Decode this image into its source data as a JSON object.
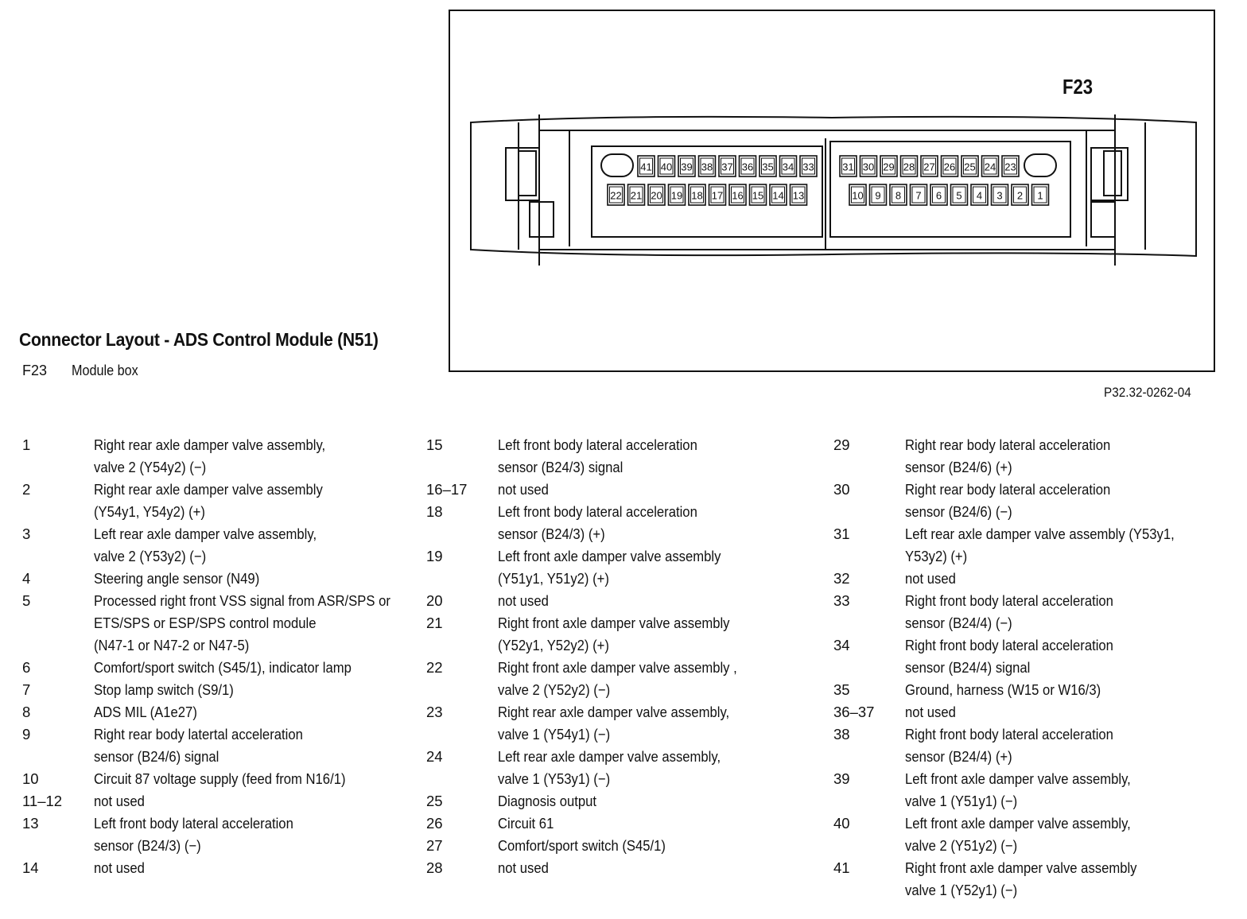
{
  "header": {
    "title": "Connector Layout - ADS Control Module (N51)",
    "legend_code": "F23",
    "legend_text": "Module box"
  },
  "diagram": {
    "label": "F23",
    "reference": "P32.32-0262-04",
    "top_row_left": [
      "41",
      "40",
      "39",
      "38",
      "37",
      "36",
      "35",
      "34",
      "33"
    ],
    "bottom_row_left": [
      "22",
      "21",
      "20",
      "19",
      "18",
      "17",
      "16",
      "15",
      "14",
      "13"
    ],
    "top_row_right": [
      "31",
      "30",
      "29",
      "28",
      "27",
      "26",
      "25",
      "24",
      "23"
    ],
    "bottom_row_right": [
      "10",
      "9",
      "8",
      "7",
      "6",
      "5",
      "4",
      "3",
      "2",
      "1"
    ]
  },
  "pins": {
    "col1": [
      {
        "num": "1",
        "lines": [
          "Right rear axle damper valve assembly,",
          "valve 2 (Y54y2)  (−)"
        ]
      },
      {
        "num": "2",
        "lines": [
          "Right rear axle damper valve assembly",
          "(Y54y1, Y54y2)  (+)"
        ]
      },
      {
        "num": "3",
        "lines": [
          "Left rear axle damper valve assembly,",
          "valve 2 (Y53y2)  (−)"
        ]
      },
      {
        "num": "4",
        "lines": [
          "Steering angle sensor (N49)"
        ]
      },
      {
        "num": "5",
        "lines": [
          "Processed right front VSS signal from ASR/SPS or",
          "ETS/SPS or ESP/SPS control module",
          "(N47-1 or N47-2 or N47-5)"
        ]
      },
      {
        "num": "6",
        "lines": [
          "Comfort/sport switch (S45/1), indicator lamp"
        ]
      },
      {
        "num": "7",
        "lines": [
          "Stop lamp switch (S9/1)"
        ]
      },
      {
        "num": "8",
        "lines": [
          "ADS MIL (A1e27)"
        ]
      },
      {
        "num": "9",
        "lines": [
          "Right rear body latertal acceleration",
          "sensor (B24/6) signal"
        ]
      },
      {
        "num": "10",
        "lines": [
          "Circuit 87 voltage supply (feed from N16/1)"
        ]
      },
      {
        "num": "11–12",
        "lines": [
          "not used"
        ]
      },
      {
        "num": "13",
        "lines": [
          "Left front body lateral acceleration",
          "sensor (B24/3)  (−)"
        ]
      },
      {
        "num": "14",
        "lines": [
          "not used"
        ]
      }
    ],
    "col2": [
      {
        "num": "15",
        "lines": [
          "Left front body lateral acceleration",
          "sensor (B24/3) signal"
        ]
      },
      {
        "num": "16–17",
        "lines": [
          "not used"
        ]
      },
      {
        "num": "18",
        "lines": [
          "Left front body lateral acceleration",
          "sensor (B24/3)  (+)"
        ]
      },
      {
        "num": "19",
        "lines": [
          "Left front axle damper valve assembly",
          "(Y51y1, Y51y2)  (+)"
        ]
      },
      {
        "num": "20",
        "lines": [
          "not used"
        ]
      },
      {
        "num": "21",
        "lines": [
          "Right front axle damper valve assembly",
          "(Y52y1, Y52y2)  (+)"
        ]
      },
      {
        "num": "22",
        "lines": [
          "Right front axle damper valve assembly ,",
          "valve 2 (Y52y2)  (−)"
        ]
      },
      {
        "num": "23",
        "lines": [
          "Right rear axle damper valve assembly,",
          "valve 1 (Y54y1)  (−)"
        ]
      },
      {
        "num": "24",
        "lines": [
          "Left rear axle damper valve assembly,",
          "valve 1 (Y53y1)  (−)"
        ]
      },
      {
        "num": "25",
        "lines": [
          "Diagnosis output"
        ]
      },
      {
        "num": "26",
        "lines": [
          "Circuit 61"
        ]
      },
      {
        "num": "27",
        "lines": [
          "Comfort/sport switch (S45/1)"
        ]
      },
      {
        "num": "28",
        "lines": [
          "not used"
        ]
      }
    ],
    "col3": [
      {
        "num": "29",
        "lines": [
          "Right rear body lateral acceleration",
          "sensor (B24/6)  (+)"
        ]
      },
      {
        "num": "30",
        "lines": [
          "Right rear body lateral acceleration",
          "sensor (B24/6)  (−)"
        ]
      },
      {
        "num": "31",
        "lines": [
          "Left rear axle damper valve assembly (Y53y1,",
          "Y53y2)  (+)"
        ]
      },
      {
        "num": "32",
        "lines": [
          "not used"
        ]
      },
      {
        "num": "33",
        "lines": [
          "Right front body lateral acceleration",
          "sensor (B24/4)  (−)"
        ]
      },
      {
        "num": "34",
        "lines": [
          "Right front body lateral acceleration",
          "sensor (B24/4) signal"
        ]
      },
      {
        "num": "35",
        "lines": [
          "Ground, harness  (W15 or W16/3)"
        ]
      },
      {
        "num": "36–37",
        "lines": [
          "not used"
        ]
      },
      {
        "num": "38",
        "lines": [
          "Right front body lateral acceleration",
          "sensor (B24/4)  (+)"
        ]
      },
      {
        "num": "39",
        "lines": [
          "Left front axle damper valve assembly,",
          "valve 1 (Y51y1)  (−)"
        ]
      },
      {
        "num": "40",
        "lines": [
          "Left front axle damper valve assembly,",
          "valve 2 (Y51y2)  (−)"
        ]
      },
      {
        "num": "41",
        "lines": [
          "Right front axle damper valve assembly",
          "valve 1 (Y52y1)  (−)"
        ]
      }
    ]
  }
}
